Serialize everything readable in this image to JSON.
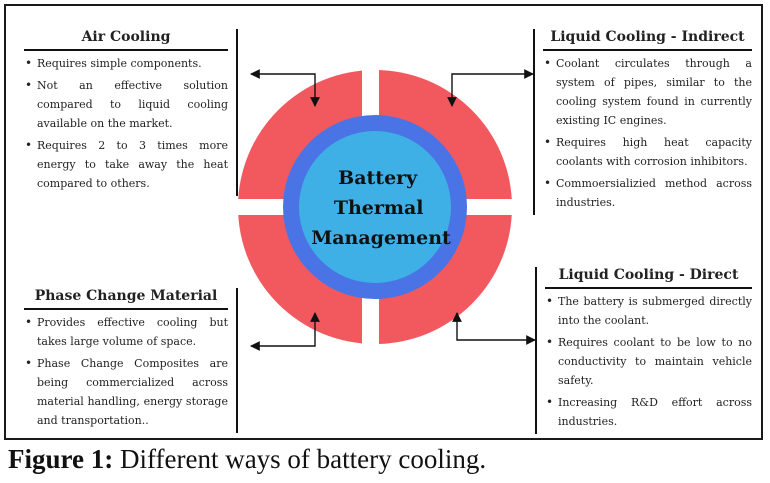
{
  "center": {
    "lines": [
      "Battery",
      "Thermal",
      "Management"
    ]
  },
  "panels": {
    "air": {
      "title": "Air Cooling",
      "items": [
        "Requires simple components.",
        "Not an effective solution compared to liquid cooling available on the market.",
        "Requires 2 to 3 times more energy to take away the heat compared to others."
      ]
    },
    "indirect": {
      "title": "Liquid Cooling - Indirect",
      "items": [
        "Coolant circulates through a system of pipes, similar to the cooling system found in currently existing IC engines.",
        "Requires high heat capacity coolants with corrosion inhibitors.",
        "Commoersializied method across industries."
      ]
    },
    "pcm": {
      "title": "Phase Change Material",
      "items": [
        "Provides effective cooling but takes large volume of space.",
        "Phase Change Composites are being commercialized across material handling, energy storage and transportation.."
      ]
    },
    "direct": {
      "title": "Liquid Cooling - Direct",
      "items": [
        "The battery is submerged directly into the coolant.",
        "Requires coolant to be low to no conductivity to maintain vehicle safety.",
        "Increasing R&D effort across industries."
      ]
    }
  },
  "caption": {
    "label": "Figure 1:",
    "text": "Different ways of battery cooling."
  },
  "colors": {
    "outer_ring": "#f2595e",
    "middle_ring": "#4a73e6",
    "core": "#3fb0e6"
  }
}
